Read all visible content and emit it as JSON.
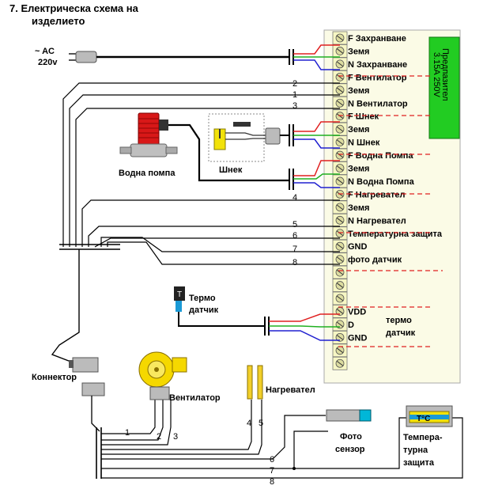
{
  "title_line1": "7.  Електрическа схема на",
  "title_line2": "изделието",
  "power": {
    "line1": "~ AC",
    "line2": "220v"
  },
  "fuse": {
    "line1": "Предпазител",
    "line2": "3.15A  250V"
  },
  "terminal_labels": [
    "F Захранване",
    "Земя",
    "N Захранване",
    "F Вентилатор",
    "Земя",
    "N Вентилатор",
    "F Шнек",
    "Земя",
    "N Шнек",
    "F Водна Помпа",
    "Земя",
    "N Водна Помпа",
    "F Нагревател",
    "Земя",
    "N Нагревател",
    "Температурна защита",
    "GND",
    "фото датчик",
    "",
    "",
    "",
    "VDD",
    "D",
    "GND",
    "",
    ""
  ],
  "wire_numbers": [
    "2",
    "1",
    "3",
    "4",
    "5",
    "6",
    "7",
    "8"
  ],
  "components": {
    "pump": "Водна помпа",
    "auger": "Шнек",
    "thermo_sensor_line1": "Термо",
    "thermo_sensor_line2": "датчик",
    "thermo_block_line1": "термо",
    "thermo_block_line2": "датчик",
    "connector": "Коннектор",
    "fan": "Вентилатор",
    "heater": "Нагревател",
    "photo_line1": "Фото",
    "photo_line2": "сензор",
    "tp_line1": "Темпера-",
    "tp_line2": "турна",
    "tp_line3": "защита",
    "tp_display": "T°C"
  },
  "fan_wire_numbers": [
    "1",
    "2",
    "3"
  ],
  "heater_wire_numbers": [
    "4",
    "5"
  ],
  "bottom_wire_numbers": [
    "6",
    "7",
    "8"
  ],
  "colors": {
    "fuse_fill": "#22cc22",
    "terminal_fill": "#f7f7c4",
    "wire_red": "#e02020",
    "wire_green": "#20b020",
    "wire_blue": "#2020d0",
    "dashed_red": "#e02020",
    "pump_red": "#d81818",
    "auger_yellow": "#f2e20a",
    "fan_yellow": "#f5d800",
    "heater_yellow": "#f2cf2a",
    "photo_cyan": "#00b7d8"
  }
}
